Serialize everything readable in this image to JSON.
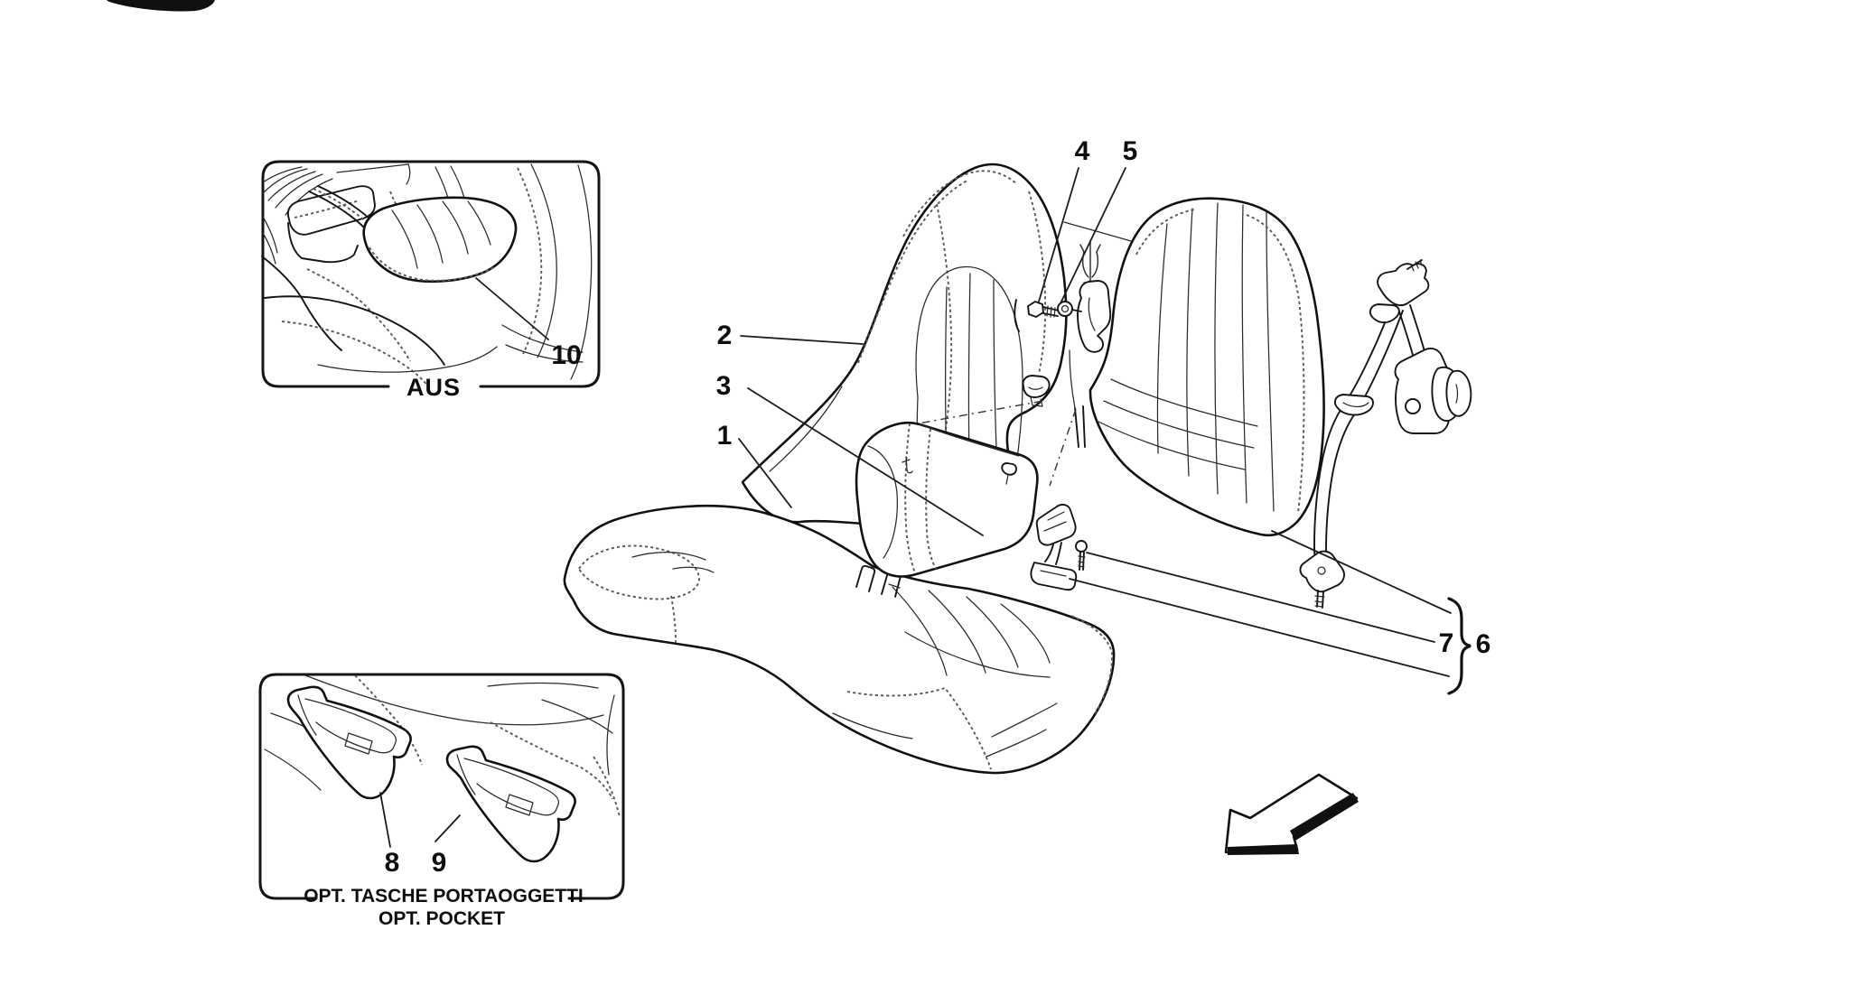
{
  "colors": {
    "background": "#ffffff",
    "line": "#111111",
    "stitch": "#5a5a5a"
  },
  "callouts": [
    "1",
    "2",
    "3",
    "4",
    "5",
    "6",
    "7",
    "8",
    "9",
    "10"
  ],
  "insets": {
    "aus": {
      "caption": "AUS"
    },
    "pocket": {
      "caption_line1": "OPT. TASCHE PORTAOGGETTI",
      "caption_line2": "OPT. POCKET"
    }
  }
}
